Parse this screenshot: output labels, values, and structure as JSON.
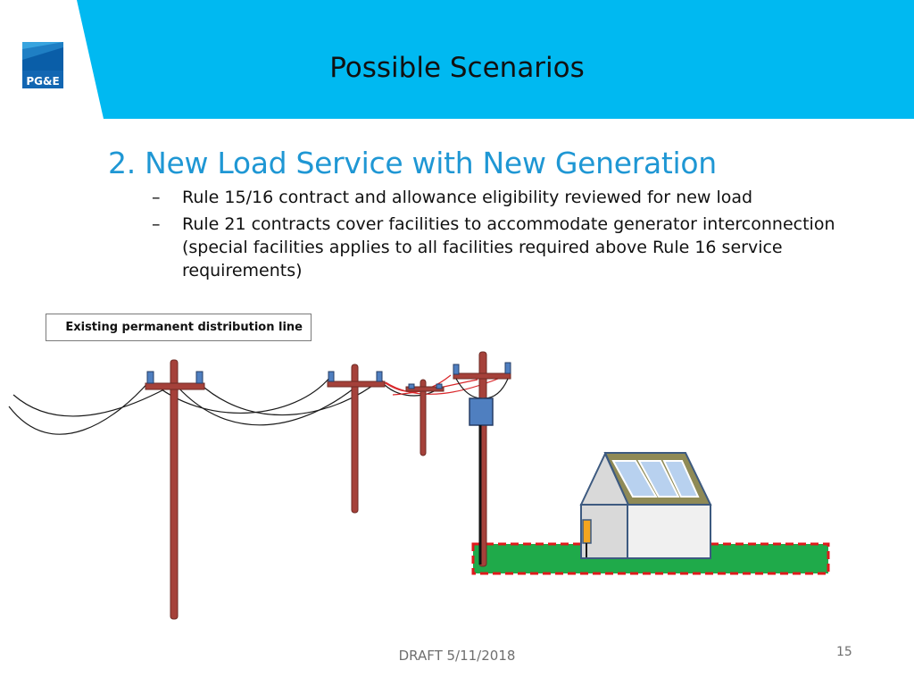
{
  "slide": {
    "title": "Possible Scenarios",
    "section_heading": "2. New Load Service with New Generation",
    "bullets": [
      "Rule 15/16 contract and allowance eligibility reviewed for new load",
      "Rule 21 contracts cover facilities to accommodate generator interconnection (special facilities applies to all facilities required above Rule 16 service requirements)"
    ],
    "bullet_marker": "–",
    "callout_label": "Existing permanent distribution line",
    "footer_draft": "DRAFT 5/11/2018",
    "page_number": "15"
  },
  "logo": {
    "text": "PG&E"
  },
  "colors": {
    "header_blue": "#00b9f1",
    "heading_blue": "#1f97d4",
    "pole_brown": "#a5413a",
    "grass_green": "#1faa4a",
    "dashed_red": "#e0191b",
    "transformer_blue": "#4f7fc0",
    "meter_orange": "#f3a51f",
    "roof_olive": "#8f8a56"
  }
}
